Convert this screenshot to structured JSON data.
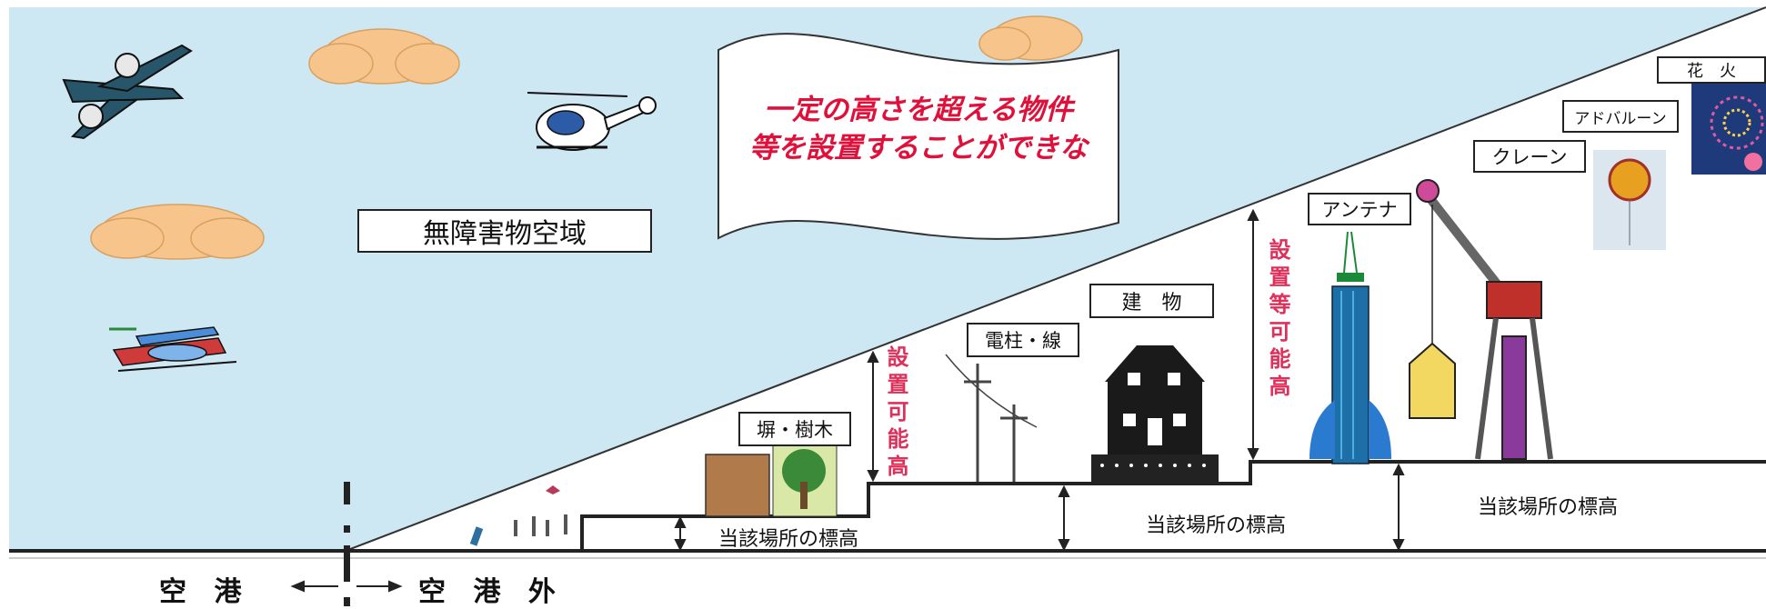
{
  "colors": {
    "sky": "#cde7f3",
    "cloud": "#f7c58c",
    "notice_text": "#e0103a",
    "height_label": "#e0305a",
    "ground_line": "#222222"
  },
  "banner": {
    "line1": "一定の高さを超える物件",
    "line2": "等を設置することができな"
  },
  "zone_label": "無障害物空域",
  "labels": {
    "wall_trees": "塀・樹木",
    "pole_line": "電柱・線",
    "building": "建　物",
    "antenna": "アンテナ",
    "crane": "クレーン",
    "ad_balloon": "アドバルーン",
    "fireworks": "花　火"
  },
  "height_labels": {
    "allowed_1": "設置可能高",
    "allowed_2": "設置等可能高"
  },
  "elevation_labels": {
    "e1": "当該場所の標高",
    "e2": "当該場所の標高",
    "e3": "当該場所の標高"
  },
  "bottom": {
    "airport": "空 港",
    "outside": "空 港 外"
  },
  "icons": [
    "airplane-icon",
    "helicopter-icon",
    "seaplane-icon",
    "cloud-icon",
    "house-icon",
    "tree-icon",
    "antenna-tower-icon",
    "crane-icon",
    "balloon-icon",
    "fireworks-icon",
    "utility-pole-icon"
  ]
}
